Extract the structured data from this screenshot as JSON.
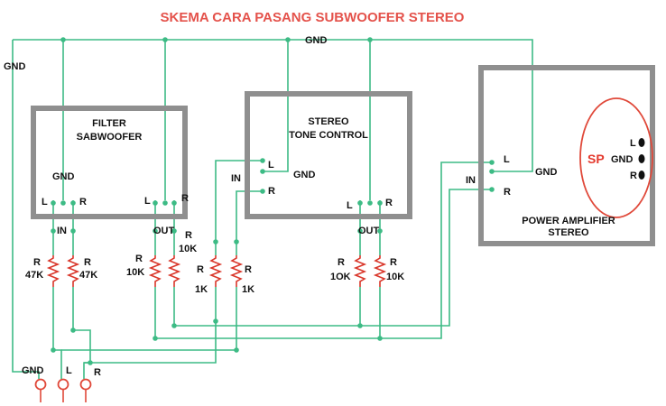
{
  "title": "SKEMA CARA PASANG SUBWOOFER STEREO",
  "gnd_bus_label": "GND",
  "gnd_left_label": "GND",
  "filter": {
    "name_line1": "FILTER",
    "name_line2": "SABWOOFER",
    "gnd": "GND",
    "in_l": "L",
    "in_r": "R",
    "out_l": "L",
    "out_r": "R",
    "in_label": "IN",
    "out_label": "OUT"
  },
  "tone": {
    "name_line1": "STEREO",
    "name_line2": "TONE CONTROL",
    "in_label": "IN",
    "l": "L",
    "gnd": "GND",
    "r": "R",
    "out_l": "L",
    "out_r": "R",
    "out_label": "OUT"
  },
  "amp": {
    "name_line1": "POWER AMPLIFIER",
    "name_line2": "STEREO",
    "in_label": "IN",
    "l": "L",
    "gnd": "GND",
    "r": "R",
    "speaker": {
      "sp": "SP",
      "l": "L",
      "gnd": "GND",
      "r": "R"
    }
  },
  "resistors": [
    {
      "r": "R",
      "value": "47K"
    },
    {
      "r": "R",
      "value": "47K"
    },
    {
      "r": "R",
      "value": "10K"
    },
    {
      "r": "R",
      "value": "10K"
    },
    {
      "r": "R",
      "value": "1K"
    },
    {
      "r": "R",
      "value": "1K"
    },
    {
      "r": "R",
      "value": "1OK"
    },
    {
      "r": "R",
      "value": "10K"
    }
  ],
  "input": {
    "gnd": "GND",
    "l": "L",
    "r": "R"
  }
}
